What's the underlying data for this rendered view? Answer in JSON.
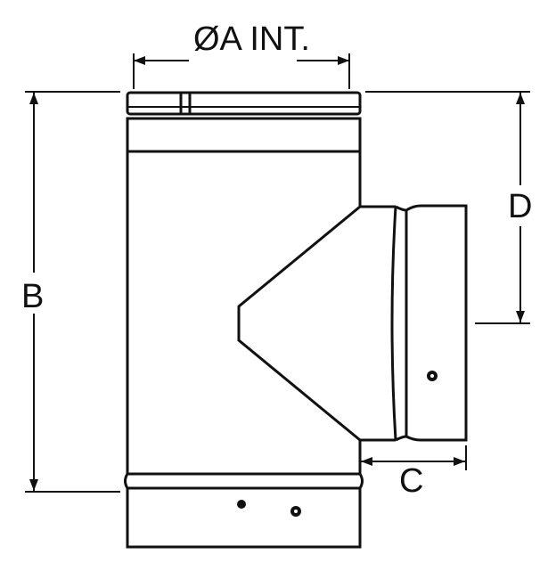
{
  "labels": {
    "dim_a": "ØA INT.",
    "dim_b": "B",
    "dim_c": "C",
    "dim_d": "D"
  },
  "colors": {
    "ink": "#111111",
    "background": "#ffffff"
  }
}
